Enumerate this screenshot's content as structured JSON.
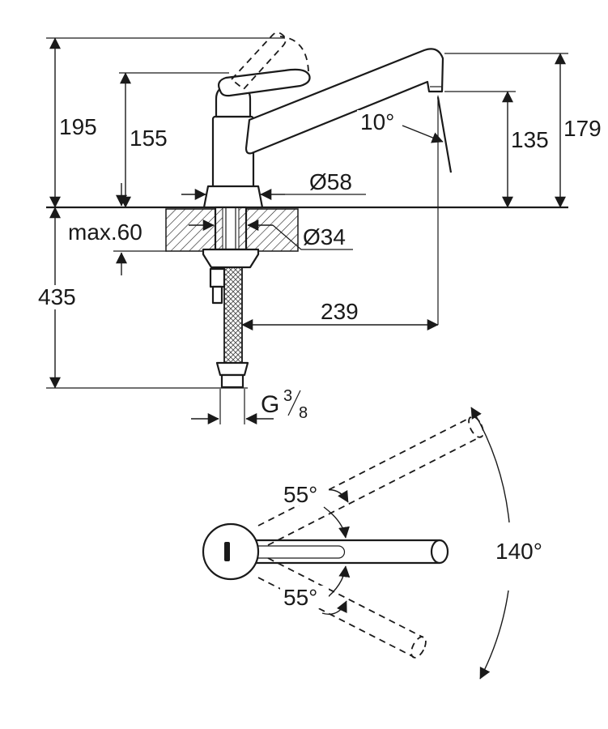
{
  "drawing": {
    "type": "faucet-technical-drawing",
    "line_color": "#1a1a1a",
    "background_color": "#ffffff"
  },
  "side_view": {
    "total_height": "195",
    "lever_height": "155",
    "spout_top_height": "179",
    "outlet_height": "135",
    "outlet_angle": "10°",
    "base_diameter": "Ø58",
    "counter_thickness": "max.60",
    "shank_diameter": "Ø34",
    "below_counter_length": "435",
    "spout_reach": "239",
    "thread_g": "G",
    "thread_numerator": "3",
    "thread_denominator": "8"
  },
  "top_view": {
    "swivel_up": "55°",
    "swivel_down": "55°",
    "swivel_total": "140°"
  }
}
